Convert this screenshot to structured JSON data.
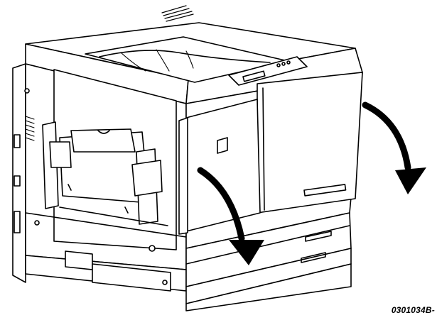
{
  "figure": {
    "caption": "0301034B-",
    "line_color": "#000000",
    "fill_color": "#ffffff",
    "arrow_color": "#000000",
    "arrow_count": 2,
    "icons": [
      "printer-illustration",
      "curved-arrow-icon",
      "curved-arrow-icon"
    ]
  }
}
